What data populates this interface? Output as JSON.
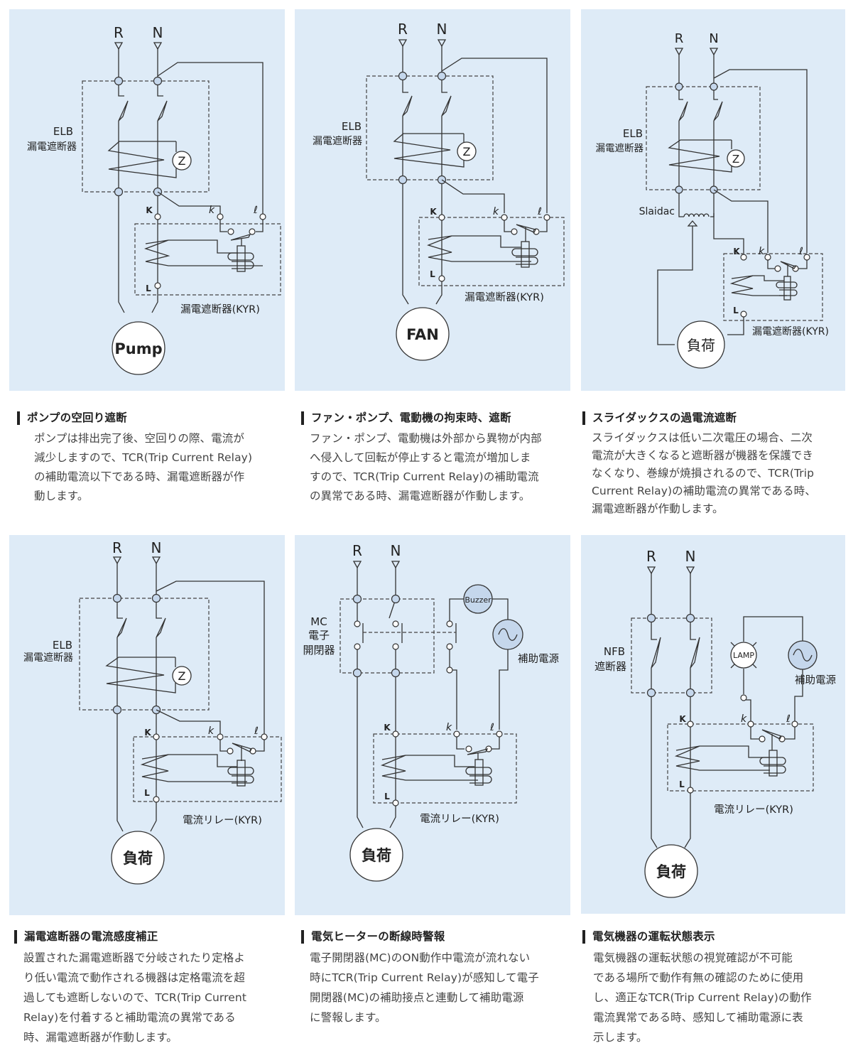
{
  "panels": [
    {
      "id": "pump",
      "labels": {
        "R": "R",
        "N": "N",
        "breaker_code": "ELB",
        "breaker_name": "漏電遮断器",
        "z": "Z",
        "k_upper": "K",
        "k_lower": "k",
        "l_lower": "ℓ",
        "L": "L",
        "relay_name": "漏電遮断器(KYR)",
        "load": "Pump"
      },
      "heading": "ポンプの空回り遮断",
      "body": "ポンプは排出完了後、空回りの際、電流が\n減少しますので、TCR(Trip Current Relay)\nの補助電流以下である時、漏電遮断器が作\n動します。"
    },
    {
      "id": "fan",
      "labels": {
        "R": "R",
        "N": "N",
        "breaker_code": "ELB",
        "breaker_name": "漏電遮断器",
        "z": "Z",
        "k_upper": "K",
        "k_lower": "k",
        "l_lower": "ℓ",
        "L": "L",
        "relay_name": "漏電遮断器(KYR)",
        "load": "FAN"
      },
      "heading": "ファン・ポンプ、電動機の拘束時、遮断",
      "body": "ファン・ポンプ、電動機は外部から異物が内部\nへ侵入して回転が停止すると電流が増加しま\nすので、TCR(Trip Current Relay)の補助電流\nの異常である時、漏電遮断器が作動します。"
    },
    {
      "id": "slaidac",
      "labels": {
        "R": "R",
        "N": "N",
        "breaker_code": "ELB",
        "breaker_name": "漏電遮断器",
        "z": "Z",
        "slaidac": "Slaidac",
        "k_upper": "K",
        "k_lower": "k",
        "l_lower": "ℓ",
        "L": "L",
        "relay_name": "漏電遮断器(KYR)",
        "load": "負荷"
      },
      "heading": "スライダックスの過電流遮断",
      "body": "スライダックスは低い二次電圧の場合、二次\n電流が大きくなると遮断器が機器を保護でき\nなくなり、巻線が焼損されるので、TCR(Trip\nCurrent Relay)の補助電流の異常である時、\n漏電遮断器が作動します。"
    },
    {
      "id": "sensitivity",
      "labels": {
        "R": "R",
        "N": "N",
        "breaker_code": "ELB",
        "breaker_name": "漏電遮断器",
        "z": "Z",
        "k_upper": "K",
        "k_lower": "k",
        "l_lower": "ℓ",
        "L": "L",
        "relay_name": "電流リレー(KYR)",
        "load": "負荷"
      },
      "heading": "漏電遮断器の電流感度補正",
      "body": "設置された漏電遮断器で分岐されたり定格よ\nり低い電流で動作される機器は定格電流を超\n過しても遮断しないので、TCR(Trip Current\nRelay)を付着すると補助電流の異常である\n時、漏電遮断器が作動します。"
    },
    {
      "id": "heater",
      "labels": {
        "R": "R",
        "N": "N",
        "mc_code": "MC",
        "mc_name_1": "電子",
        "mc_name_2": "開閉器",
        "buzzer": "Buzzer",
        "aux_power": "補助電源",
        "k_upper": "K",
        "k_lower": "k",
        "l_lower": "ℓ",
        "L": "L",
        "relay_name": "電流リレー(KYR)",
        "load": "負荷"
      },
      "heading": "電気ヒーターの断線時警報",
      "body": "電子開閉器(MC)のON動作中電流が流れない\n時にTCR(Trip Current Relay)が感知して電子\n開閉器(MC)の補助接点と連動して補助電源\nに警報します。"
    },
    {
      "id": "status",
      "labels": {
        "R": "R",
        "N": "N",
        "nfb_code": "NFB",
        "nfb_name": "遮断器",
        "lamp": "LAMP",
        "aux_power": "補助電源",
        "k_upper": "K",
        "k_lower": "k",
        "l_lower": "ℓ",
        "L": "L",
        "relay_name": "電流リレー(KYR)",
        "load": "負荷"
      },
      "heading": "電気機器の運転状態表示",
      "body": "電気機器の運転状態の視覚確認が不可能\nである場所で動作有無の確認のために使用\nし、適正なTCR(Trip Current Relay)の動作\n電流異常である時、感知して補助電源に表\n示します。"
    }
  ],
  "colors": {
    "panel_bg": "#deebf7",
    "node_fill": "#c5d7ec",
    "line": "#333333"
  }
}
